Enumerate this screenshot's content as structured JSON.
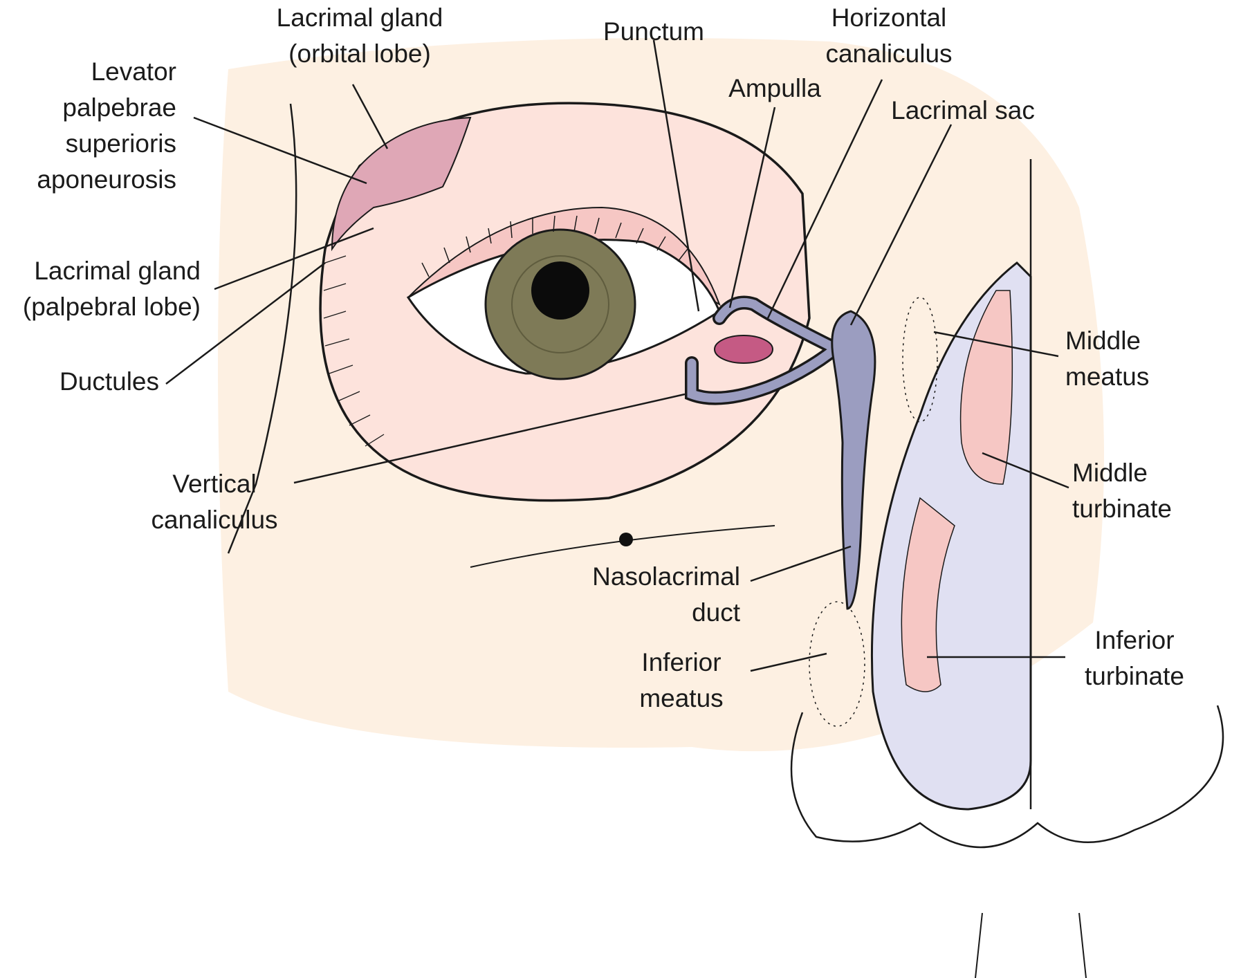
{
  "colors": {
    "skin": "#fdf0e2",
    "orbit_fill": "#fde3dc",
    "gland": "#dfa7b6",
    "iris": "#7e7a57",
    "drainage": "#9b9dc0",
    "nasal_wall": "#e0e0f2",
    "caruncle": "#c55a84",
    "line": "#1a1a1a"
  },
  "labels": {
    "lacrimal_gland_orbital": [
      "Lacrimal gland",
      "(orbital lobe)"
    ],
    "punctum": [
      "Punctum"
    ],
    "horizontal_canaliculus": [
      "Horizontal",
      "canaliculus"
    ],
    "levator": [
      "Levator",
      "palpebrae",
      "superioris",
      "aponeurosis"
    ],
    "ampulla": [
      "Ampulla"
    ],
    "lacrimal_sac": [
      "Lacrimal sac"
    ],
    "lacrimal_gland_palpebral": [
      "Lacrimal gland",
      "(palpebral lobe)"
    ],
    "ductules": [
      "Ductules"
    ],
    "middle_meatus": [
      "Middle",
      "meatus"
    ],
    "middle_turbinate": [
      "Middle",
      "turbinate"
    ],
    "vertical_canaliculus": [
      "Vertical",
      "canaliculus"
    ],
    "nasolacrimal_duct": [
      "Nasolacrimal",
      "duct"
    ],
    "inferior_meatus": [
      "Inferior",
      "meatus"
    ],
    "inferior_turbinate": [
      "Inferior",
      "turbinate"
    ]
  }
}
